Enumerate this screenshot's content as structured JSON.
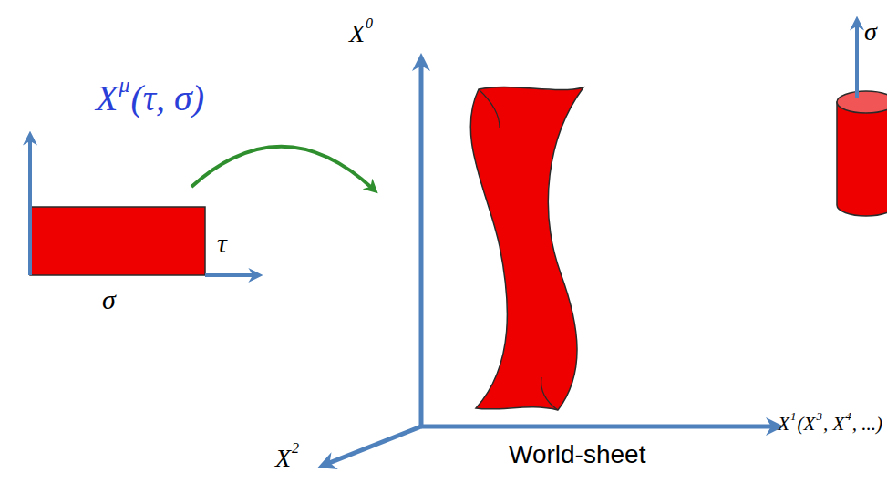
{
  "diagram": {
    "labels": [
      "X",
      "μ",
      "(τ, σ)",
      "τ",
      "σ",
      "X",
      "0",
      "X",
      "1",
      "(X",
      "3",
      ", X",
      "4",
      ", ...)",
      "X",
      "2",
      "World-sheet",
      "σ"
    ]
  }
}
